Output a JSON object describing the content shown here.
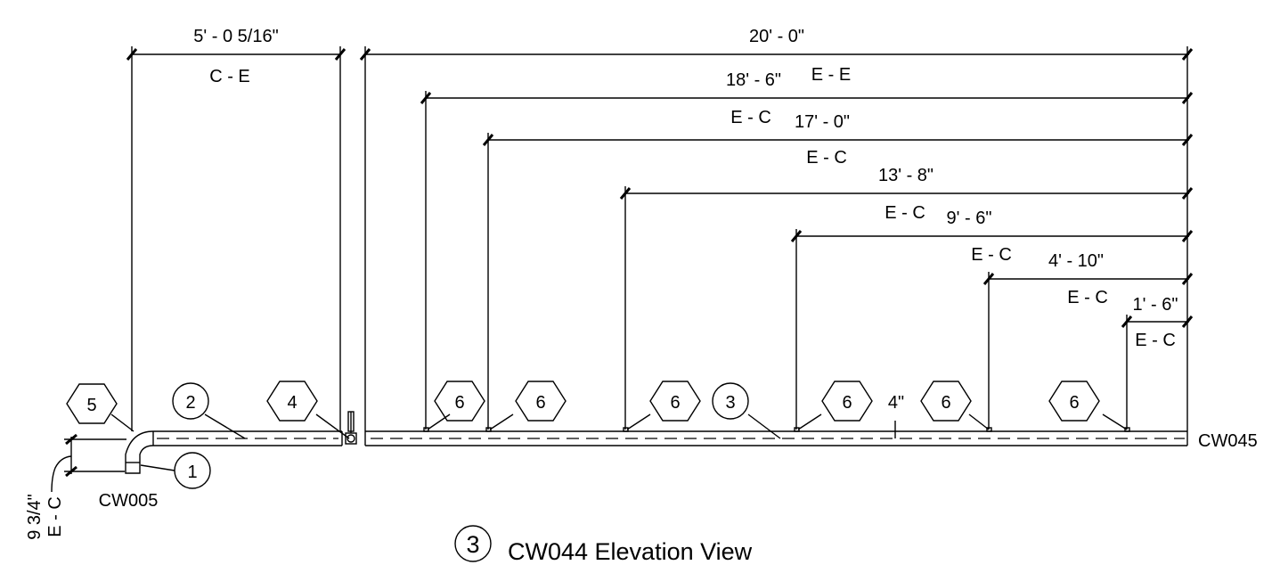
{
  "view": {
    "number": "3",
    "title": "CW044 Elevation View"
  },
  "pipes": {
    "left_label": "CW005",
    "right_label": "CW045",
    "size_label": "4\""
  },
  "tags": {
    "t1": "1",
    "t2": "2",
    "t3": "3",
    "t4": "4",
    "t5": "5",
    "t6": "6"
  },
  "dimensions": {
    "d_5_0": {
      "value": "5' - 0 5/16\"",
      "type": "C - E"
    },
    "d_20_0": {
      "value": "20' - 0\""
    },
    "d_18_6": {
      "value": "18' - 6\"",
      "type": "E - E"
    },
    "d_17_0": {
      "value": "17' - 0\"",
      "type": "E - C"
    },
    "d_13_8": {
      "value": "13' - 8\"",
      "type": "E - C"
    },
    "d_9_6": {
      "value": "9' - 6\"",
      "type": "E - C"
    },
    "d_4_10": {
      "value": "4' - 10\"",
      "type": "E - C"
    },
    "d_1_6": {
      "value": "1' - 6\"",
      "type": "E - C"
    },
    "d_9_3_4": {
      "value": "9 3/4\"",
      "type": "E - C"
    }
  }
}
